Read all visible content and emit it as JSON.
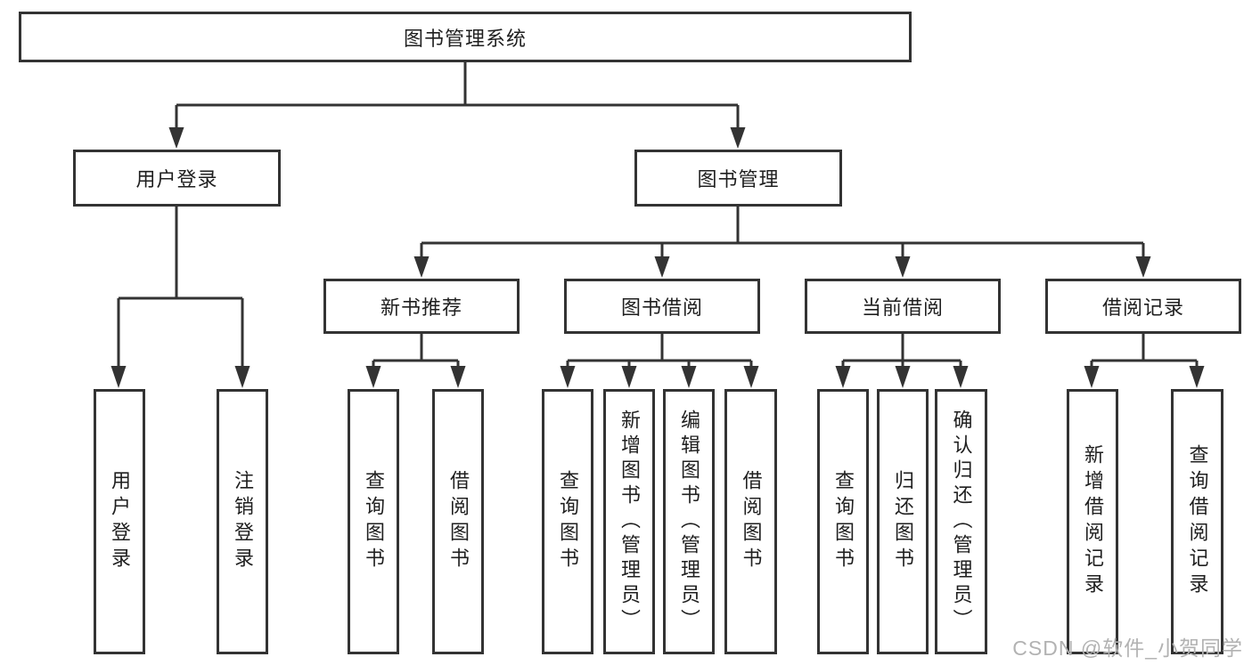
{
  "diagram": {
    "type": "tree",
    "root": {
      "label": "图书管理系统",
      "children": [
        {
          "label": "用户登录",
          "children": [
            {
              "label": "用户登录"
            },
            {
              "label": "注销登录"
            }
          ]
        },
        {
          "label": "图书管理",
          "children": [
            {
              "label": "新书推荐",
              "children": [
                {
                  "label": "查询图书"
                },
                {
                  "label": "借阅图书"
                }
              ]
            },
            {
              "label": "图书借阅",
              "children": [
                {
                  "label": "查询图书"
                },
                {
                  "label": "新增图书（管理员）"
                },
                {
                  "label": "编辑图书（管理员）"
                },
                {
                  "label": "借阅图书"
                }
              ]
            },
            {
              "label": "当前借阅",
              "children": [
                {
                  "label": "查询图书"
                },
                {
                  "label": "归还图书"
                },
                {
                  "label": "确认归还（管理员）"
                }
              ]
            },
            {
              "label": "借阅记录",
              "children": [
                {
                  "label": "新增借阅记录"
                },
                {
                  "label": "查询借阅记录"
                }
              ]
            }
          ]
        }
      ]
    }
  },
  "watermark": {
    "text": "CSDN @软件_小贺同学"
  },
  "colors": {
    "line": "#333333",
    "box_border": "#333333",
    "text": "#1f1f1f",
    "watermark": "#b2b2b2",
    "background": "#ffffff"
  }
}
